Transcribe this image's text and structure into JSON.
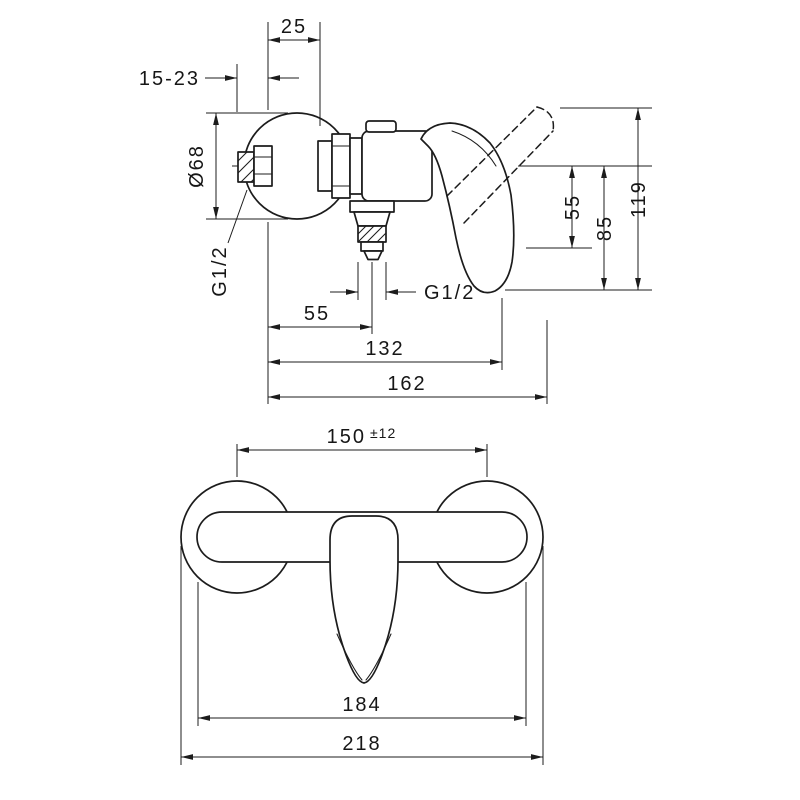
{
  "side_view": {
    "dim_offset_top": "25",
    "dim_wall_distance": "15-23",
    "dim_escutcheon_diameter": "Ø68",
    "label_inlet_thread": "G1/2",
    "label_outlet_thread": "G1/2",
    "dim_center_to_valve": "55",
    "dim_center_to_outlet": "85",
    "dim_overall_height": "119",
    "dim_wall_to_outlet": "55",
    "dim_wall_to_handle": "132",
    "dim_overall_depth": "162"
  },
  "front_view": {
    "dim_connection_centers": "150",
    "dim_connection_tolerance": "±12",
    "dim_body_width": "184",
    "dim_overall_width": "218"
  }
}
